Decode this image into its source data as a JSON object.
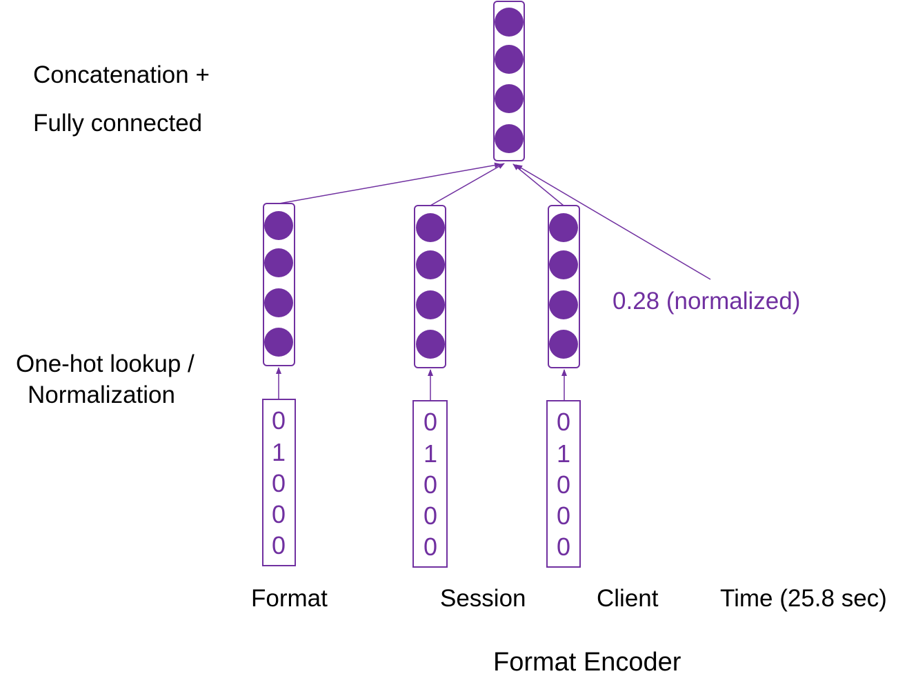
{
  "labels": {
    "concat_line1": "Concatenation +",
    "concat_line2": "Fully connected",
    "lookup_line1": "One-hot lookup /",
    "lookup_line2": "Normalization",
    "normalized_value": "0.28 (normalized)",
    "encoder_title": "Format Encoder"
  },
  "inputs": [
    {
      "name": "Format",
      "one_hot": [
        "0",
        "1",
        "0",
        "0",
        "0"
      ]
    },
    {
      "name": "Session",
      "one_hot": [
        "0",
        "1",
        "0",
        "0",
        "0"
      ]
    },
    {
      "name": "Client",
      "one_hot": [
        "0",
        "1",
        "0",
        "0",
        "0"
      ]
    }
  ],
  "time_feature": {
    "name": "Time (25.8 sec)"
  },
  "colors": {
    "accent": "#7030A0",
    "text": "#000000",
    "background": "#ffffff"
  }
}
